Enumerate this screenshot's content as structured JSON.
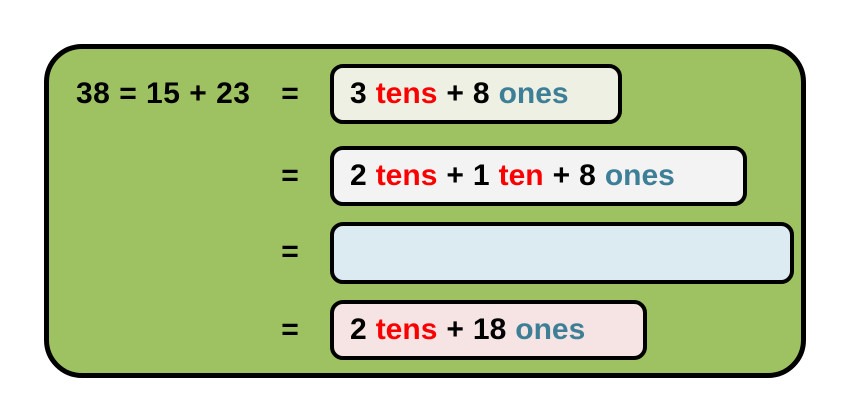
{
  "panel": {
    "background_color": "#9ec162",
    "border_color": "#000000"
  },
  "colors": {
    "tens": "#fa0000",
    "ones": "#3d7f96",
    "number": "#000000",
    "operator": "#000000",
    "panel_green": "#9ec162",
    "box1_fill": "#eef0e3",
    "box2_fill": "#f3f3f3",
    "box3_fill": "#dceaf1",
    "box4_fill": "#f6e3e3"
  },
  "lead_expression": "38 = 15 + 23",
  "equals": {
    "row1": "=",
    "row2": "=",
    "row3": "=",
    "row4": "="
  },
  "rows": [
    {
      "id": "row-1",
      "filled": true,
      "tokens": [
        {
          "text": "3",
          "kind": "num"
        },
        {
          "text": "tens",
          "kind": "tens"
        },
        {
          "text": "+",
          "kind": "op"
        },
        {
          "text": "8",
          "kind": "num"
        },
        {
          "text": "ones",
          "kind": "ones"
        }
      ],
      "plain_text": "3 tens + 8 ones"
    },
    {
      "id": "row-2",
      "filled": true,
      "tokens": [
        {
          "text": "2",
          "kind": "num"
        },
        {
          "text": "tens",
          "kind": "tens"
        },
        {
          "text": "+",
          "kind": "op"
        },
        {
          "text": "1",
          "kind": "num"
        },
        {
          "text": "ten",
          "kind": "tens"
        },
        {
          "text": "+",
          "kind": "op"
        },
        {
          "text": "8",
          "kind": "num"
        },
        {
          "text": "ones",
          "kind": "ones"
        }
      ],
      "plain_text": "2 tens + 1 ten + 8 ones"
    },
    {
      "id": "row-3",
      "filled": false,
      "tokens": [],
      "plain_text": ""
    },
    {
      "id": "row-4",
      "filled": true,
      "tokens": [
        {
          "text": "2",
          "kind": "num"
        },
        {
          "text": "tens",
          "kind": "tens"
        },
        {
          "text": "+",
          "kind": "op"
        },
        {
          "text": "18",
          "kind": "num"
        },
        {
          "text": "ones",
          "kind": "ones"
        }
      ],
      "plain_text": "2 tens + 18 ones"
    }
  ]
}
